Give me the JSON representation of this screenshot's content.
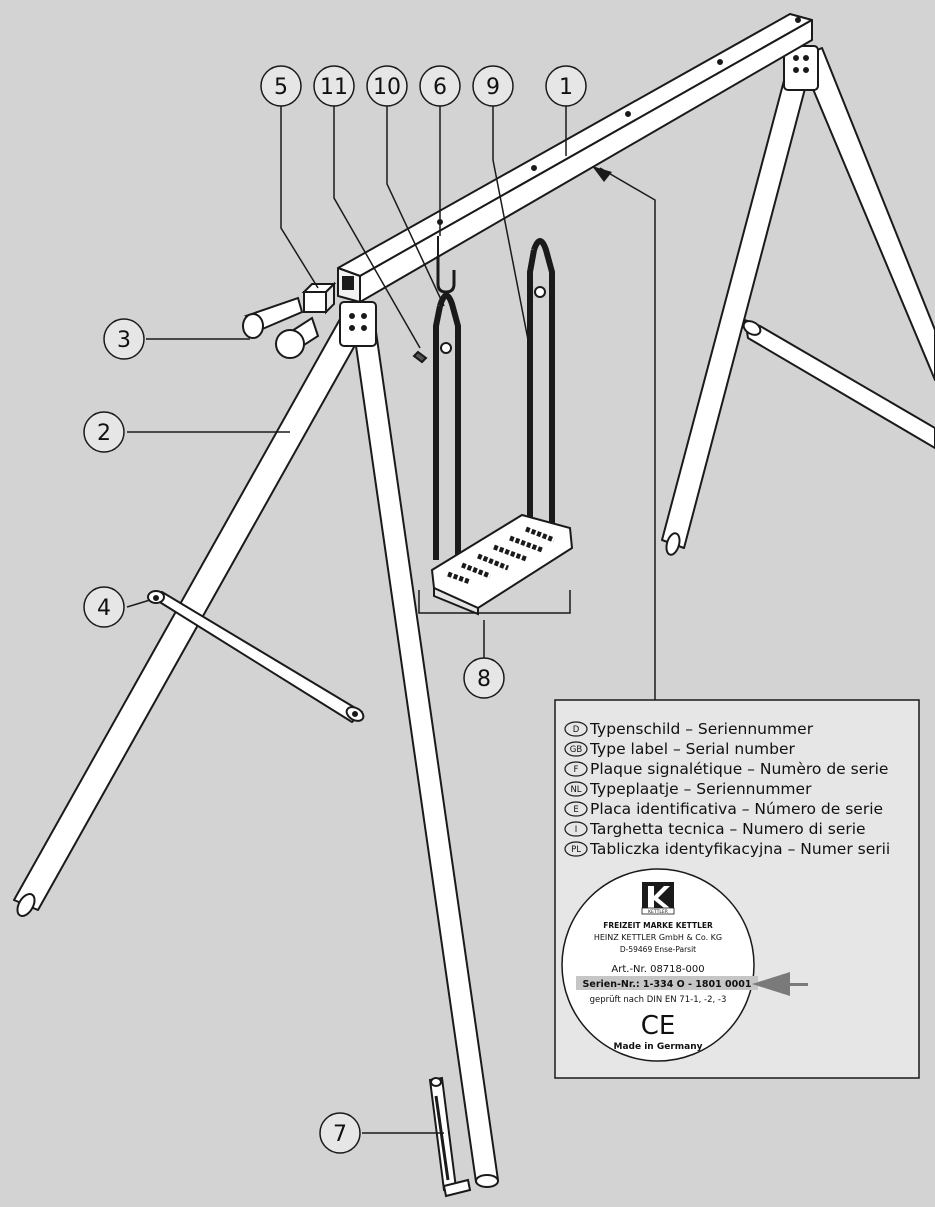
{
  "callouts": [
    {
      "id": "c5",
      "label": "5"
    },
    {
      "id": "c11",
      "label": "11"
    },
    {
      "id": "c10",
      "label": "10"
    },
    {
      "id": "c6",
      "label": "6"
    },
    {
      "id": "c9",
      "label": "9"
    },
    {
      "id": "c1",
      "label": "1"
    },
    {
      "id": "c3",
      "label": "3"
    },
    {
      "id": "c2",
      "label": "2"
    },
    {
      "id": "c4",
      "label": "4"
    },
    {
      "id": "c8",
      "label": "8"
    },
    {
      "id": "c7",
      "label": "7"
    }
  ],
  "legend": {
    "rows": [
      {
        "code": "D",
        "text": "Typenschild – Seriennummer"
      },
      {
        "code": "GB",
        "text": "Type label – Serial number"
      },
      {
        "code": "F",
        "text": "Plaque signalétique – Numèro de serie"
      },
      {
        "code": "NL",
        "text": "Typeplaatje – Seriennummer"
      },
      {
        "code": "E",
        "text": "Placa identificativa – Número de serie"
      },
      {
        "code": "I",
        "text": "Targhetta tecnica – Numero di serie"
      },
      {
        "code": "PL",
        "text": "Tabliczka identyfikacyjna – Numer serii"
      }
    ]
  },
  "label_disc": {
    "logo_text": "KETTLER",
    "brand": "FREIZEIT MARKE KETTLER",
    "company": "HEINZ KETTLER GmbH & Co. KG",
    "address": "D-59469 Ense-Parsit",
    "art_nr": "Art.-Nr. 08718-000",
    "serial": "Serien-Nr.: 1-334 O - 1801 0001",
    "tested": "geprüft nach DIN EN 71-1, -2, -3",
    "ce": "CE",
    "made_in": "Made in Germany"
  },
  "colors": {
    "background": "#d3d3d3",
    "panel": "#e6e6e6",
    "line": "#1a1a1a",
    "part_fill": "#ffffff",
    "arrow_gray": "#7a7a7a"
  }
}
